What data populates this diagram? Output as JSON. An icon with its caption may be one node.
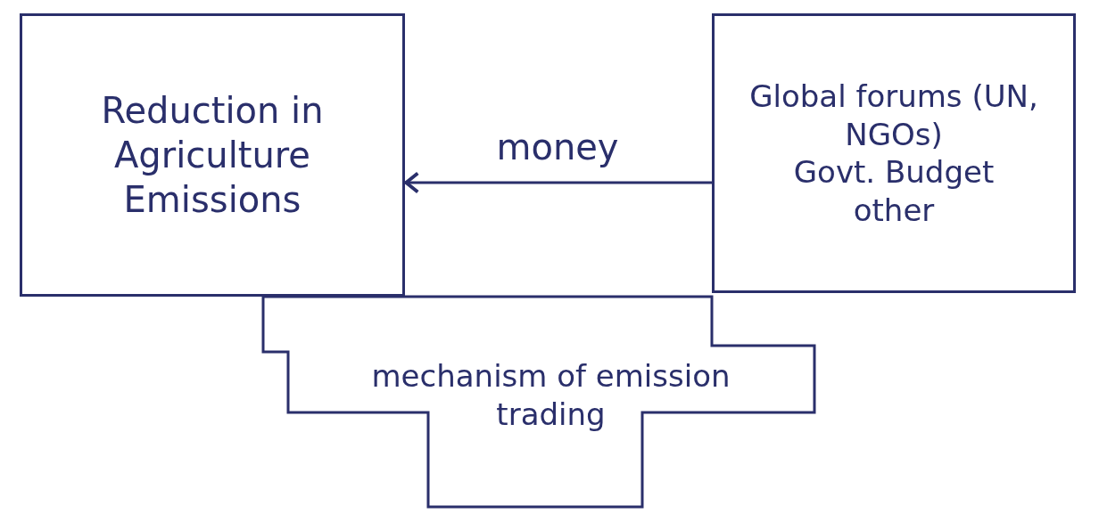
{
  "diagram": {
    "nodes": [
      {
        "text": [
          "Reduction in Agriculture Emissions"
        ]
      },
      {
        "text": [
          "Global forums (UN, NGOs)",
          "Govt. Budget",
          "other"
        ]
      },
      {
        "text": [
          "mechanism of emission trading"
        ]
      }
    ],
    "edges": [
      {
        "from": 1,
        "to": 0,
        "arrow": "to",
        "label": "money"
      }
    ]
  }
}
